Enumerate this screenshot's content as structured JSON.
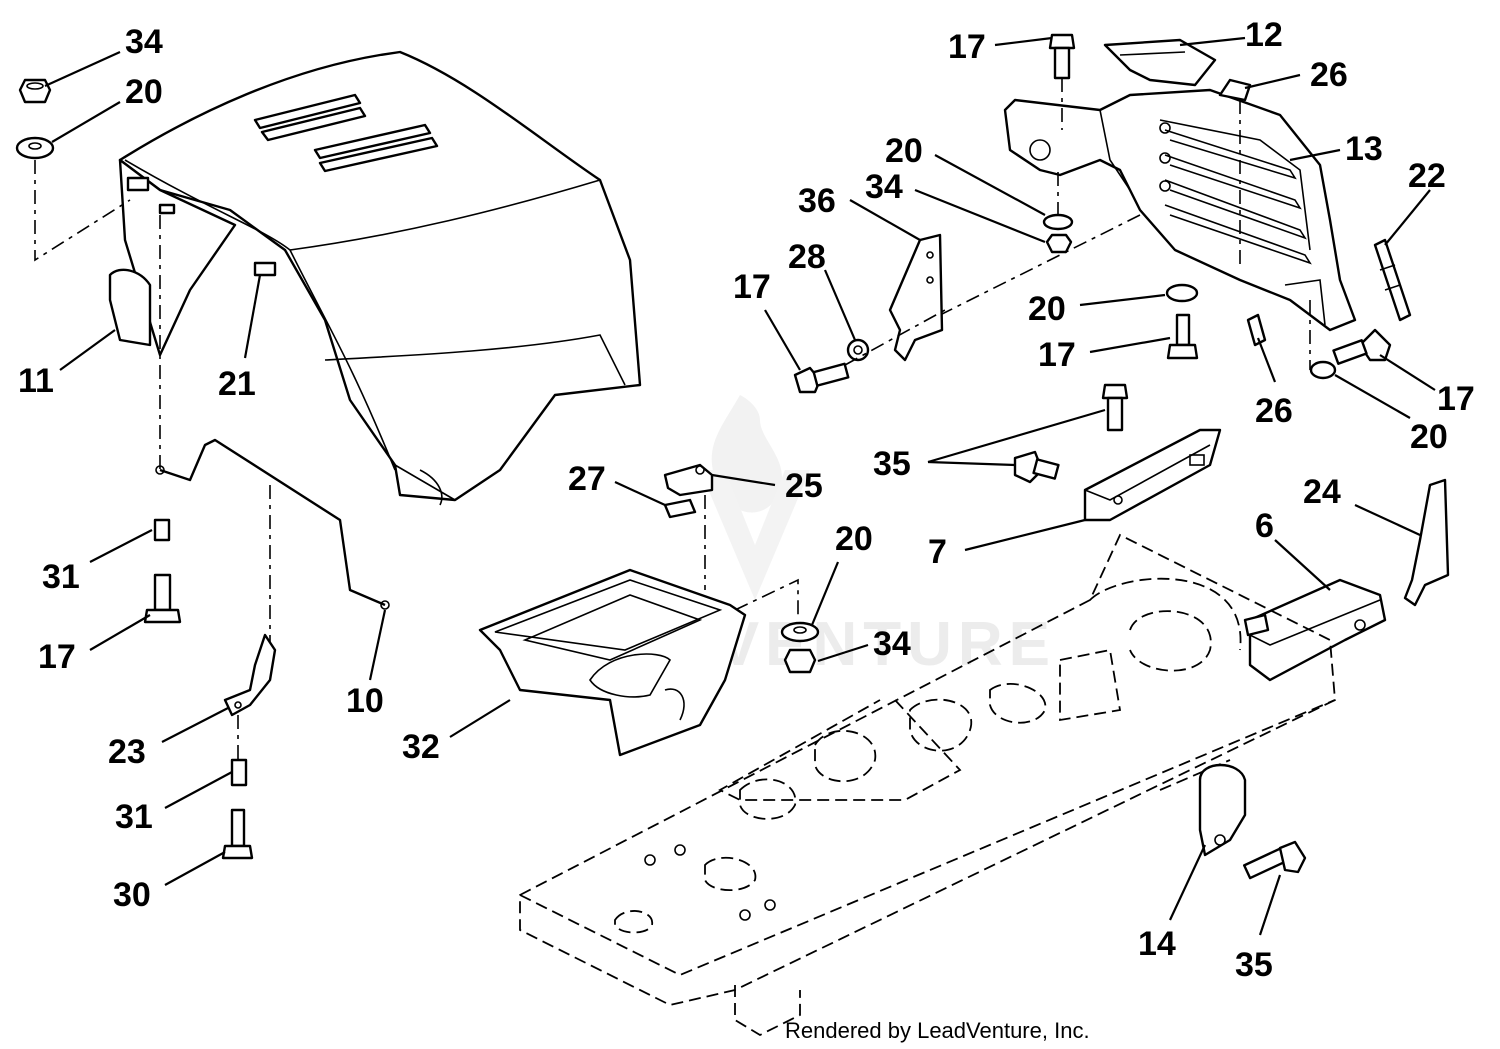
{
  "callouts": [
    {
      "id": "c34a",
      "text": "34"
    },
    {
      "id": "c20a",
      "text": "20"
    },
    {
      "id": "c11",
      "text": "11"
    },
    {
      "id": "c21",
      "text": "21"
    },
    {
      "id": "c31a",
      "text": "31"
    },
    {
      "id": "c17a",
      "text": "17"
    },
    {
      "id": "c10",
      "text": "10"
    },
    {
      "id": "c23",
      "text": "23"
    },
    {
      "id": "c31b",
      "text": "31"
    },
    {
      "id": "c30",
      "text": "30"
    },
    {
      "id": "c27",
      "text": "27"
    },
    {
      "id": "c25",
      "text": "25"
    },
    {
      "id": "c20b",
      "text": "20"
    },
    {
      "id": "c34b",
      "text": "34"
    },
    {
      "id": "c32",
      "text": "32"
    },
    {
      "id": "c17b",
      "text": "17"
    },
    {
      "id": "c12",
      "text": "12"
    },
    {
      "id": "c26a",
      "text": "26"
    },
    {
      "id": "c20c",
      "text": "20"
    },
    {
      "id": "c13",
      "text": "13"
    },
    {
      "id": "c34c",
      "text": "34"
    },
    {
      "id": "c36",
      "text": "36"
    },
    {
      "id": "c22",
      "text": "22"
    },
    {
      "id": "c28",
      "text": "28"
    },
    {
      "id": "c17c",
      "text": "17"
    },
    {
      "id": "c20d",
      "text": "20"
    },
    {
      "id": "c17d",
      "text": "17"
    },
    {
      "id": "c26b",
      "text": "26"
    },
    {
      "id": "c17e",
      "text": "17"
    },
    {
      "id": "c20e",
      "text": "20"
    },
    {
      "id": "c35a",
      "text": "35"
    },
    {
      "id": "c24",
      "text": "24"
    },
    {
      "id": "c7",
      "text": "7"
    },
    {
      "id": "c6",
      "text": "6"
    },
    {
      "id": "c14",
      "text": "14"
    },
    {
      "id": "c35b",
      "text": "35"
    }
  ],
  "credit": "Rendered by LeadVenture, Inc.",
  "watermark": "LEADVENTURE",
  "icons": [
    "leadventure-logo-icon"
  ]
}
